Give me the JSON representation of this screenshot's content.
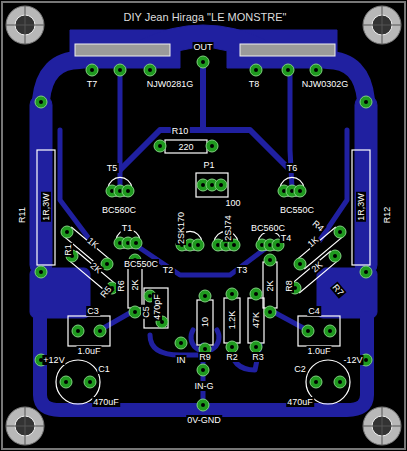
{
  "diagram": {
    "title": "DIY Jean Hiraga \"LE MONSTRE\"",
    "labels": [
      "OUT",
      "T7",
      "NJW0281G",
      "T8",
      "NJW0302G",
      "R10",
      "220",
      "T5",
      "BC560C",
      "T6",
      "BC550C",
      "P1",
      "100",
      "R11",
      "1R,3W",
      "R12",
      "1R,3W",
      "T1",
      "BC550C",
      "BC560C",
      "T4",
      "2SK170",
      "T2",
      "2SJ74",
      "T3",
      "R1",
      "1K",
      "2K",
      "R5",
      "R4",
      "1K",
      "2K",
      "R7",
      "R8",
      "2K",
      "R6",
      "2K",
      "C5",
      "470pF",
      "10",
      "R9",
      "1.2K",
      "R2",
      "47K",
      "R3",
      "C3",
      "1.0uF",
      "C4",
      "1.0uF",
      "IN",
      "IN-G",
      "0V-GND",
      "+12V",
      "-12V",
      "C1",
      "470uF",
      "C2",
      "470uF"
    ]
  }
}
